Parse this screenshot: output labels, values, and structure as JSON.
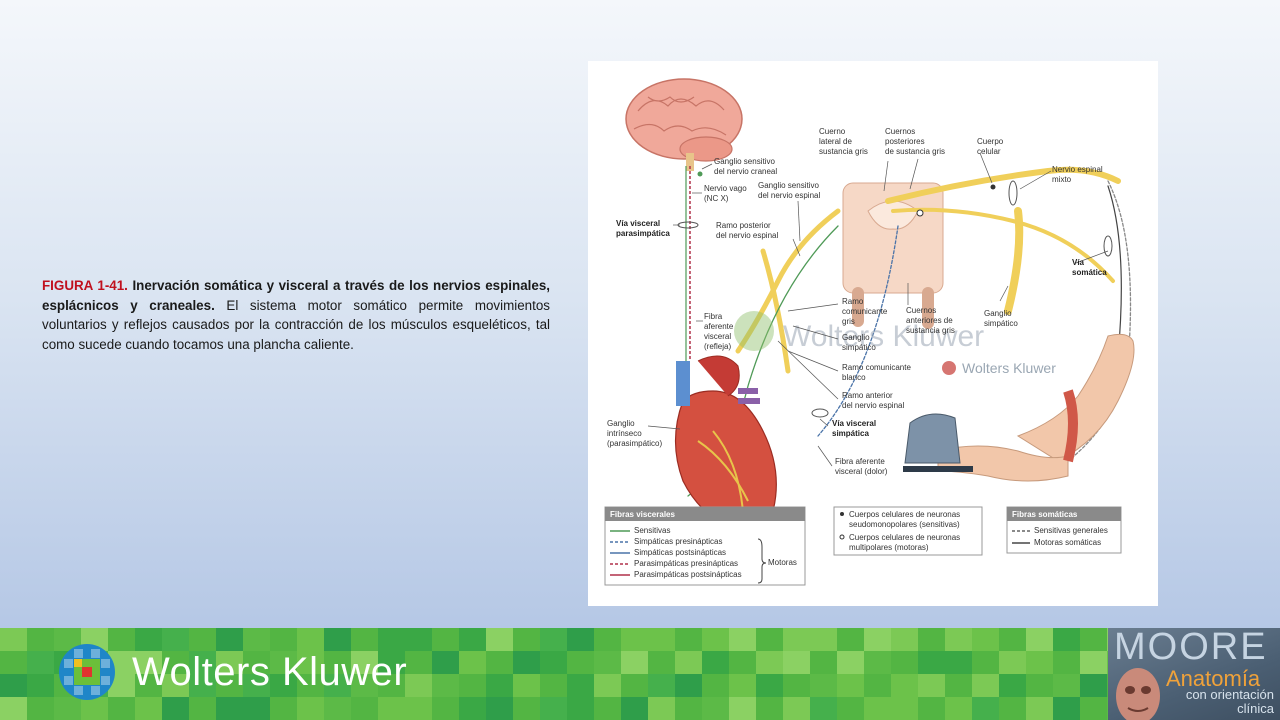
{
  "caption": {
    "figure_label": "FIGURA 1-41.",
    "title": "Inervación somática y visceral a través de los nervios espinales, esplácnicos y craneales.",
    "body": "El sistema motor somático permite movimientos voluntarios y reflejos causados por la contracción de los músculos esqueléticos, tal como sucede cuando tocamos una plancha caliente."
  },
  "figure": {
    "labels": {
      "ganglio_craneal": [
        "Ganglio sensitivo",
        "del nervio craneal"
      ],
      "nervio_vago": [
        "Nervio vago",
        "(NC X)"
      ],
      "via_parasimp": [
        "Vía visceral",
        "parasimpática"
      ],
      "ganglio_espinal": [
        "Ganglio sensitivo",
        "del nervio espinal"
      ],
      "ramo_posterior": [
        "Ramo posterior",
        "del nervio espinal"
      ],
      "cuerno_lateral": [
        "Cuerno",
        "lateral de",
        "sustancia gris"
      ],
      "cuernos_post": [
        "Cuernos",
        "posteriores",
        "de sustancia gris"
      ],
      "cuerpo_celular": [
        "Cuerpo",
        "celular"
      ],
      "nervio_mixto": [
        "Nervio espinal",
        "mixto"
      ],
      "via_somatica": [
        "Vía",
        "somática"
      ],
      "fibra_aferente": [
        "Fibra",
        "aferente",
        "visceral",
        "(refleja)"
      ],
      "ramo_gris": [
        "Ramo",
        "comunicante",
        "gris"
      ],
      "ganglio_simp1": [
        "Ganglio",
        "simpático"
      ],
      "cuernos_ant": [
        "Cuernos",
        "anteriores de",
        "sustancia gris"
      ],
      "ganglio_simp2": [
        "Ganglio",
        "simpático"
      ],
      "ramo_blanco": [
        "Ramo comunicante",
        "blanco"
      ],
      "ramo_anterior": [
        "Ramo anterior",
        "del nervio espinal"
      ],
      "via_simp": [
        "Vía visceral",
        "simpática"
      ],
      "ganglio_intr": [
        "Ganglio",
        "intrínseco",
        "(parasimpático)"
      ],
      "fibra_dolor": [
        "Fibra aferente",
        "visceral (dolor)"
      ]
    },
    "watermark": "Wolters Kluwer",
    "watermark_small": "Wolters Kluwer",
    "legend_visceral": {
      "title": "Fibras viscerales",
      "items": [
        "Sensitivas",
        "Simpáticas presinápticas",
        "Simpáticas postsinápticas",
        "Parasimpáticas presinápticas",
        "Parasimpáticas postsinápticas"
      ],
      "group": "Motoras"
    },
    "legend_cells": [
      "Cuerpos celulares de neuronas",
      "seudomonopolares (sensitivas)",
      "Cuerpos celulares de neuronas",
      "multipolares (motoras)"
    ],
    "legend_somatic": {
      "title": "Fibras somáticas",
      "items": [
        "Sensitivas generales",
        "Motoras somáticas"
      ]
    },
    "colors": {
      "nerve": "#f0cf5a",
      "sensory": "#4f9a57",
      "sympathetic": "#4a73a8",
      "parasympathetic": "#b0304a"
    }
  },
  "footer": {
    "brand": "Wolters Kluwer",
    "book_author": "MOORE",
    "book_title": "Anatomía",
    "book_subtitle": [
      "con orientación",
      "clínica"
    ]
  }
}
